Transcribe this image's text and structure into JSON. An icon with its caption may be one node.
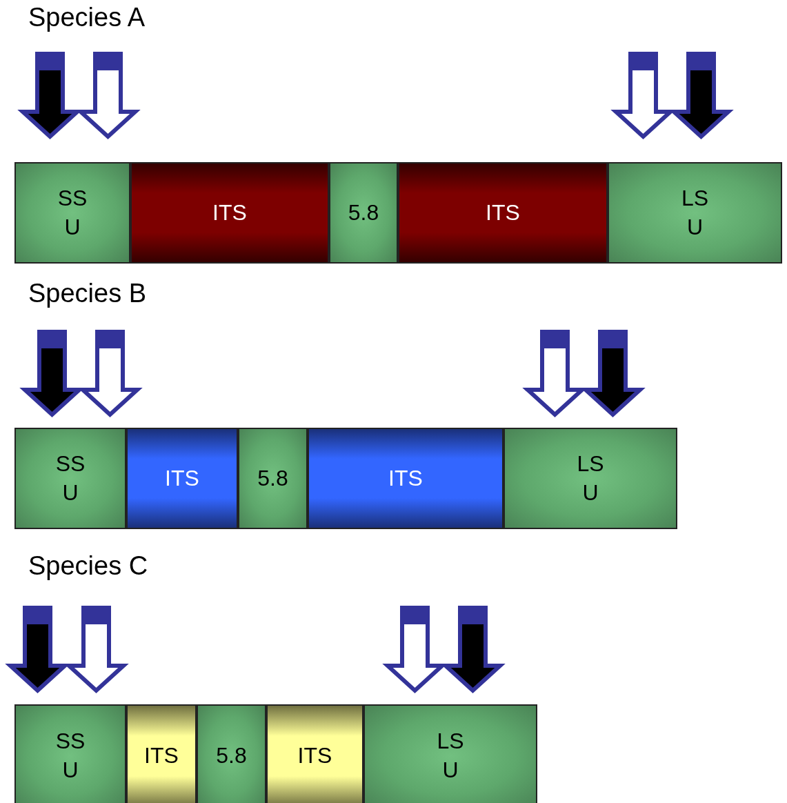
{
  "diagram": {
    "nodes": [
      {
        "text": [
          "Species A"
        ]
      },
      {
        "text": [
          "SS U"
        ],
        "in": 0
      },
      {
        "text": [
          "ITS"
        ],
        "in": 0
      },
      {
        "text": [
          "5.8"
        ],
        "in": 0
      },
      {
        "text": [
          "ITS"
        ],
        "in": 0
      },
      {
        "text": [
          "LS U"
        ],
        "in": 0
      },
      {
        "text": [
          "Species B"
        ]
      },
      {
        "text": [
          "SS U"
        ],
        "in": 6
      },
      {
        "text": [
          "ITS"
        ],
        "in": 6
      },
      {
        "text": [
          "5.8"
        ],
        "in": 6
      },
      {
        "text": [
          "ITS"
        ],
        "in": 6
      },
      {
        "text": [
          "LS U"
        ],
        "in": 6
      },
      {
        "text": [
          "Species C"
        ]
      },
      {
        "text": [
          "SS U"
        ],
        "in": 12
      },
      {
        "text": [
          "ITS"
        ],
        "in": 12
      },
      {
        "text": [
          "5.8"
        ],
        "in": 12
      },
      {
        "text": [
          "ITS"
        ],
        "in": 12
      },
      {
        "text": [
          "LS U"
        ],
        "in": 12
      }
    ]
  }
}
